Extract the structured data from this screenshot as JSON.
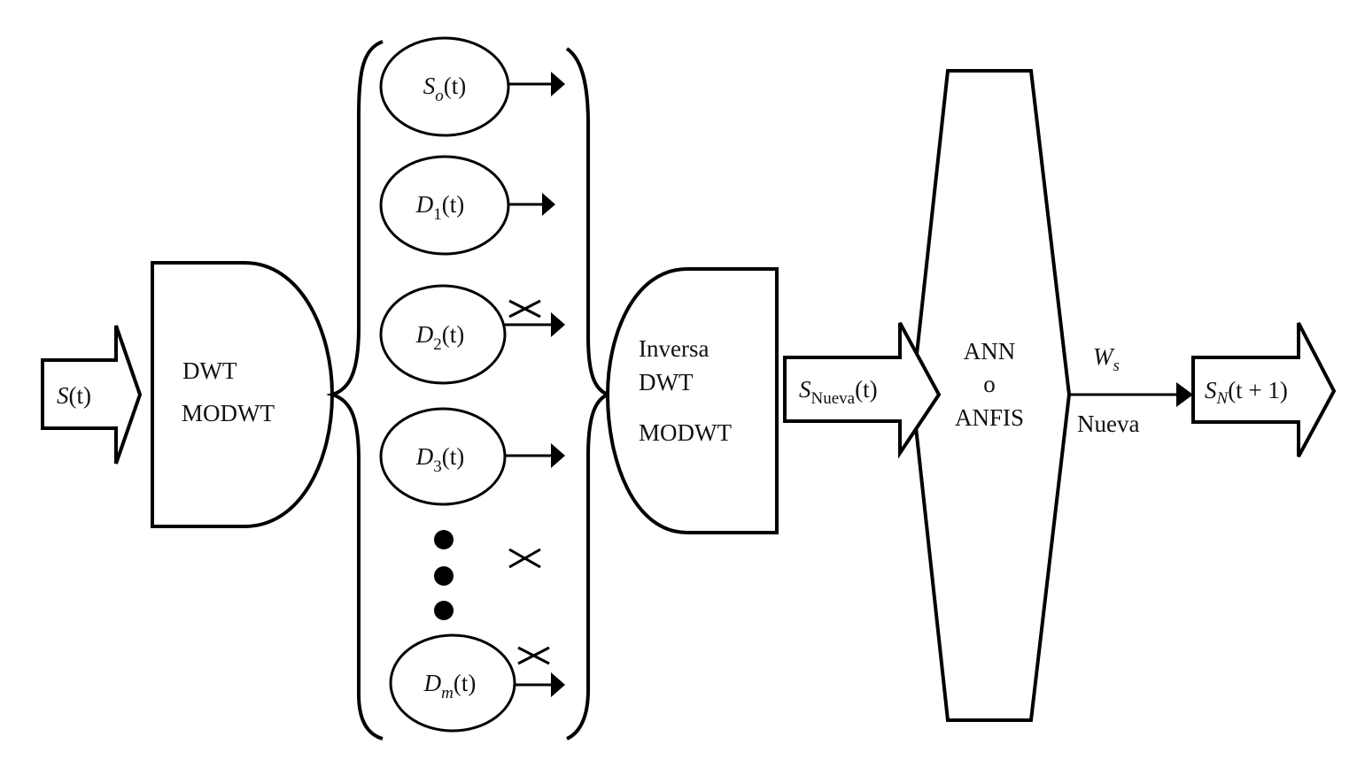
{
  "diagram": {
    "input_arrow": {
      "symbol": "S",
      "arg": "(t)"
    },
    "decomposition_block": {
      "line1": "DWT",
      "line2": "MODWT"
    },
    "components": [
      {
        "symbol": "S",
        "subscript": "o",
        "arg": "(t)",
        "discarded": false
      },
      {
        "symbol": "D",
        "subscript": "1",
        "arg": "(t)",
        "discarded": false
      },
      {
        "symbol": "D",
        "subscript": "2",
        "arg": "(t)",
        "discarded": true
      },
      {
        "symbol": "D",
        "subscript": "3",
        "arg": "(t)",
        "discarded": false
      },
      {
        "symbol": "D",
        "subscript": "m",
        "arg": "(t)",
        "discarded": true
      }
    ],
    "ellipsis_discarded": true,
    "reconstruction_block": {
      "line1": "Inversa",
      "line2": "DWT",
      "line3": "MODWT"
    },
    "new_signal_arrow": {
      "symbol": "S",
      "subscript": "Nueva",
      "arg": "(t)"
    },
    "model_block": {
      "line1": "ANN",
      "line2": "o",
      "line3": "ANFIS"
    },
    "output_connector": {
      "top_symbol": "W",
      "top_subscript": "s",
      "bottom_label": "Nueva"
    },
    "output_arrow": {
      "symbol": "S",
      "subscript": "N",
      "arg": "(t + 1)"
    }
  }
}
